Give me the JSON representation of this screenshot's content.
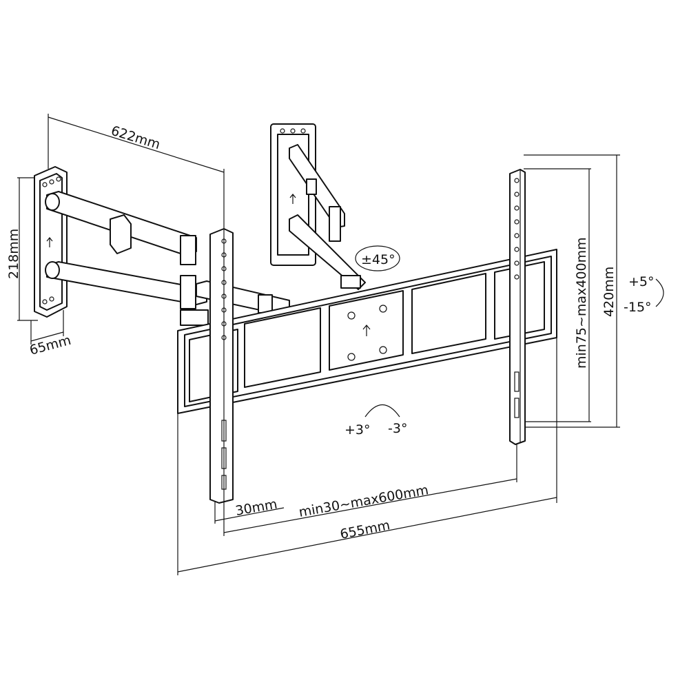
{
  "title": "Full-motion TV wall mount dimension diagram",
  "dimensions": {
    "arm_extension": "622mm",
    "wall_plate_height": "218mm",
    "wall_plate_depth": "65mm",
    "swivel": "±45°",
    "tilt_up": "+5°",
    "tilt_down": "-15°",
    "bracket_height": "420mm",
    "vesa_vertical": "min75~max400mm",
    "rotate_left": "+3°",
    "rotate_right": "-3°",
    "bar_width": "30mm",
    "vesa_horizontal": "min30~max600mm",
    "plate_width": "655mm"
  },
  "colors": {
    "line": "#111111",
    "background": "#ffffff"
  }
}
